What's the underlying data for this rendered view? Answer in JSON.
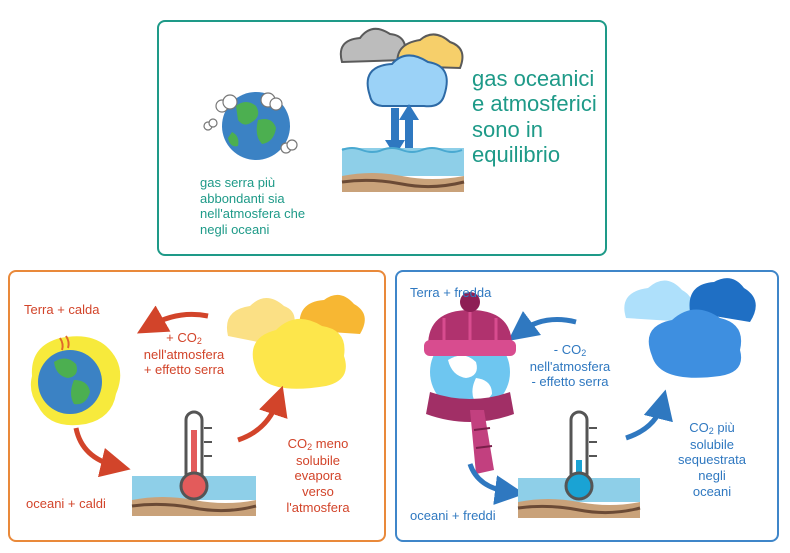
{
  "top": {
    "equilibrium_text": [
      "gas oceanici",
      "e atmosferici",
      "sono in",
      "equilibrio"
    ],
    "caption": [
      "gas serra più",
      "abbondanti sia",
      "nell'atmosfera che",
      "negli oceani"
    ]
  },
  "warm": {
    "earth_label": "Terra + calda",
    "co2_prefix": "+ CO",
    "co2_sub": "2",
    "co2_line2": "nell'atmosfera",
    "co2_line3": "+ effetto serra",
    "soluble_prefix": "CO",
    "soluble_sub": "2",
    "soluble_line1": " meno",
    "soluble_rest": [
      "solubile",
      "evapora",
      "verso",
      "l'atmosfera"
    ],
    "ocean_label": "oceani + caldi"
  },
  "cold": {
    "earth_label": "Terra + fredda",
    "co2_prefix": "- CO",
    "co2_sub": "2",
    "co2_line2": "nell'atmosfera",
    "co2_line3": "- effetto serra",
    "soluble_prefix": "CO",
    "soluble_sub": "2",
    "soluble_line1": " più",
    "soluble_rest": [
      "solubile",
      "sequestrata",
      "negli",
      "oceani"
    ],
    "ocean_label": "oceani + freddi"
  },
  "colors": {
    "teal": "#1e9a88",
    "warm": "#d2442a",
    "cold": "#2f78c0"
  }
}
